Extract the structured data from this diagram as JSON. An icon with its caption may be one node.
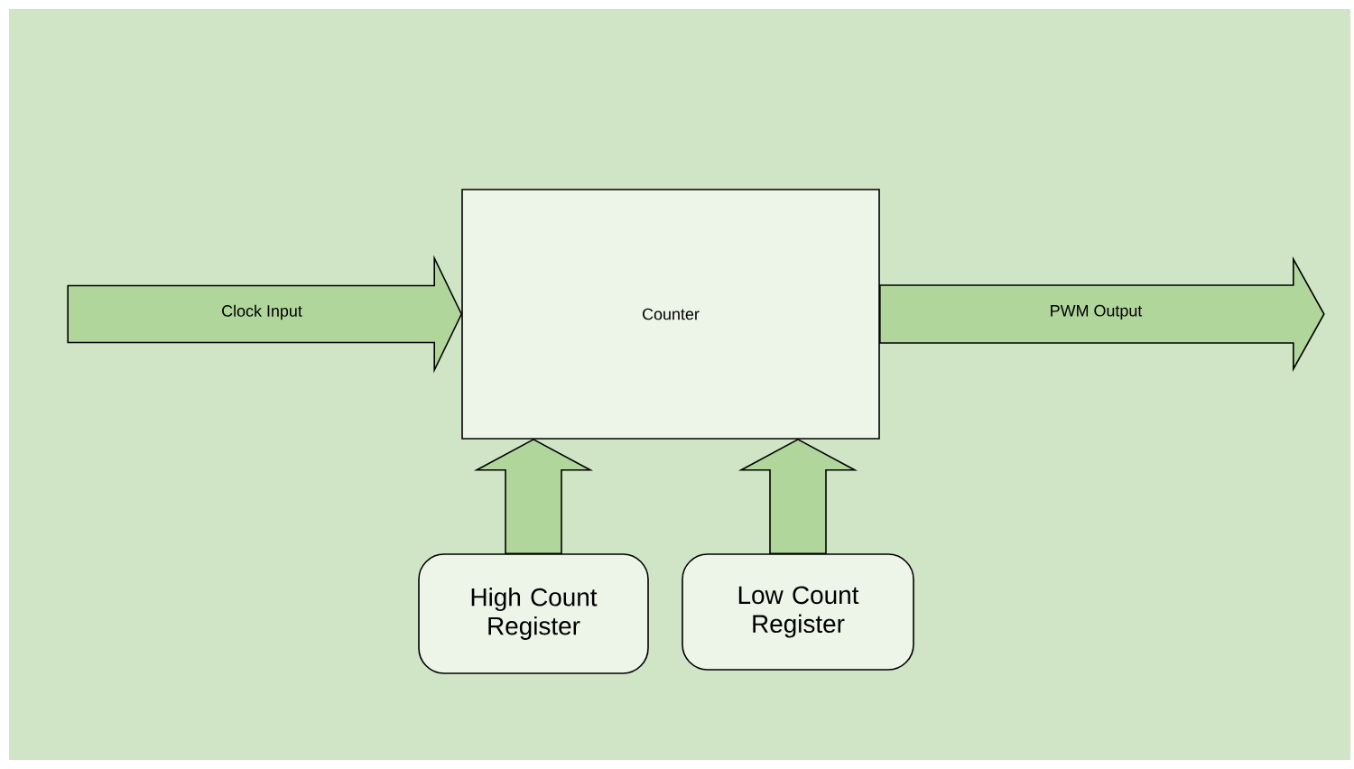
{
  "diagram": {
    "nodes": [
      {
        "text": [
          "Counter"
        ]
      },
      {
        "text": [
          "High Count Register"
        ]
      },
      {
        "text": [
          "Low Count Register"
        ]
      }
    ],
    "edges": [
      {
        "from": null,
        "to": 0,
        "arrow": "to",
        "label": "Clock Input"
      },
      {
        "from": 0,
        "to": null,
        "arrow": "to",
        "label": "PWM Output"
      },
      {
        "from": 1,
        "to": 0,
        "arrow": "to"
      },
      {
        "from": 2,
        "to": 0,
        "arrow": "to"
      }
    ]
  }
}
